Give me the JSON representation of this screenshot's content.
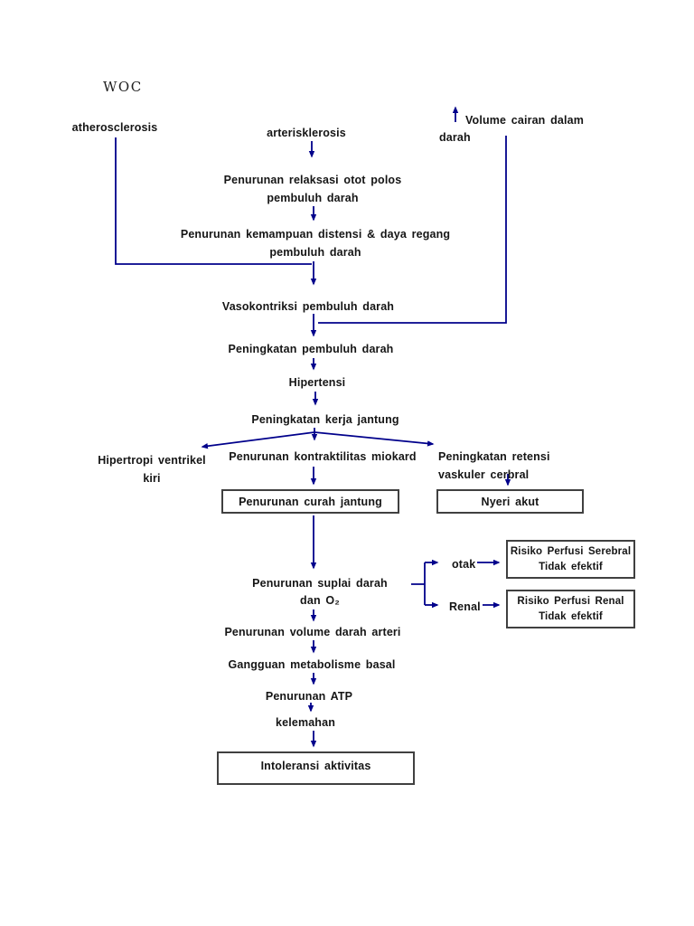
{
  "title": "WOC",
  "colors": {
    "arrow": "#00008B",
    "text": "#151515",
    "box_border": "#404040",
    "background": "#ffffff"
  },
  "nodes": {
    "woc": "WOC",
    "atherosclerosis": "atherosclerosis",
    "arterisklerosis": "arterisklerosis",
    "volume_cairan_line1": "Volume cairan dalam",
    "volume_cairan_line2": "darah",
    "relaksasi_line1": "Penurunan relaksasi otot polos",
    "relaksasi_line2": "pembuluh darah",
    "distensi_line1": "Penurunan kemampuan distensi & daya regang",
    "distensi_line2": "pembuluh darah",
    "vasokontriksi": "Vasokontriksi pembuluh darah",
    "peningkatan_pembuluh": "Peningkatan pembuluh darah",
    "hipertensi": "Hipertensi",
    "kerja_jantung": "Peningkatan kerja jantung",
    "hipertropi_line1": "Hipertropi ventrikel",
    "hipertropi_line2": "kiri",
    "kontraktilitas": "Penurunan kontraktilitas miokard",
    "retensi_line1": "Peningkatan retensi",
    "retensi_line2": "vaskuler cerbral",
    "curah_jantung": "Penurunan curah jantung",
    "nyeri_akut": "Nyeri akut",
    "suplai_line1": "Penurunan suplai darah",
    "suplai_line2": "dan O₂",
    "otak": "otak",
    "renal": "Renal",
    "risiko_serebral_line1": "Risiko Perfusi Serebral",
    "risiko_serebral_line2": "Tidak efektif",
    "risiko_renal_line1": "Risiko Perfusi Renal",
    "risiko_renal_line2": "Tidak efektif",
    "volume_arteri": "Penurunan volume darah arteri",
    "gangguan_metabolisme": "Gangguan metabolisme basal",
    "penurunan_atp": "Penurunan ATP",
    "kelemahan": "kelemahan",
    "intoleransi": "Intoleransi aktivitas"
  }
}
